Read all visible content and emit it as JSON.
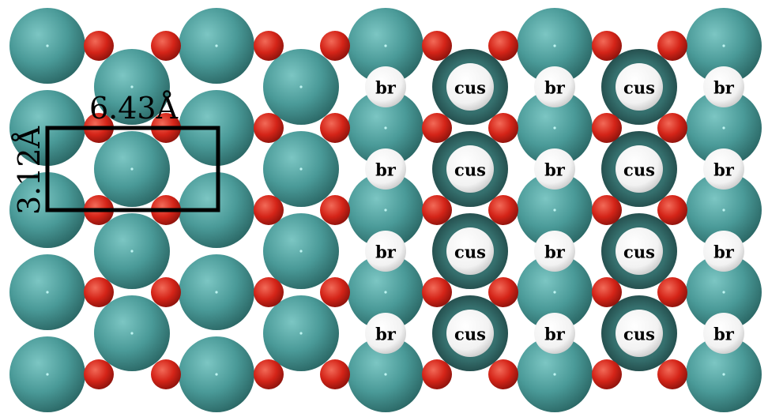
{
  "labels": {
    "bridge": "br",
    "cus": "cus",
    "cell_width": "6.43Å",
    "cell_height": "3.12Å"
  },
  "colors": {
    "metal": "#4a9a98",
    "metal_dark": "#2e6f6d",
    "oxygen": "#d42418",
    "adsorbate": "#ffffff",
    "outline": "#000000"
  }
}
